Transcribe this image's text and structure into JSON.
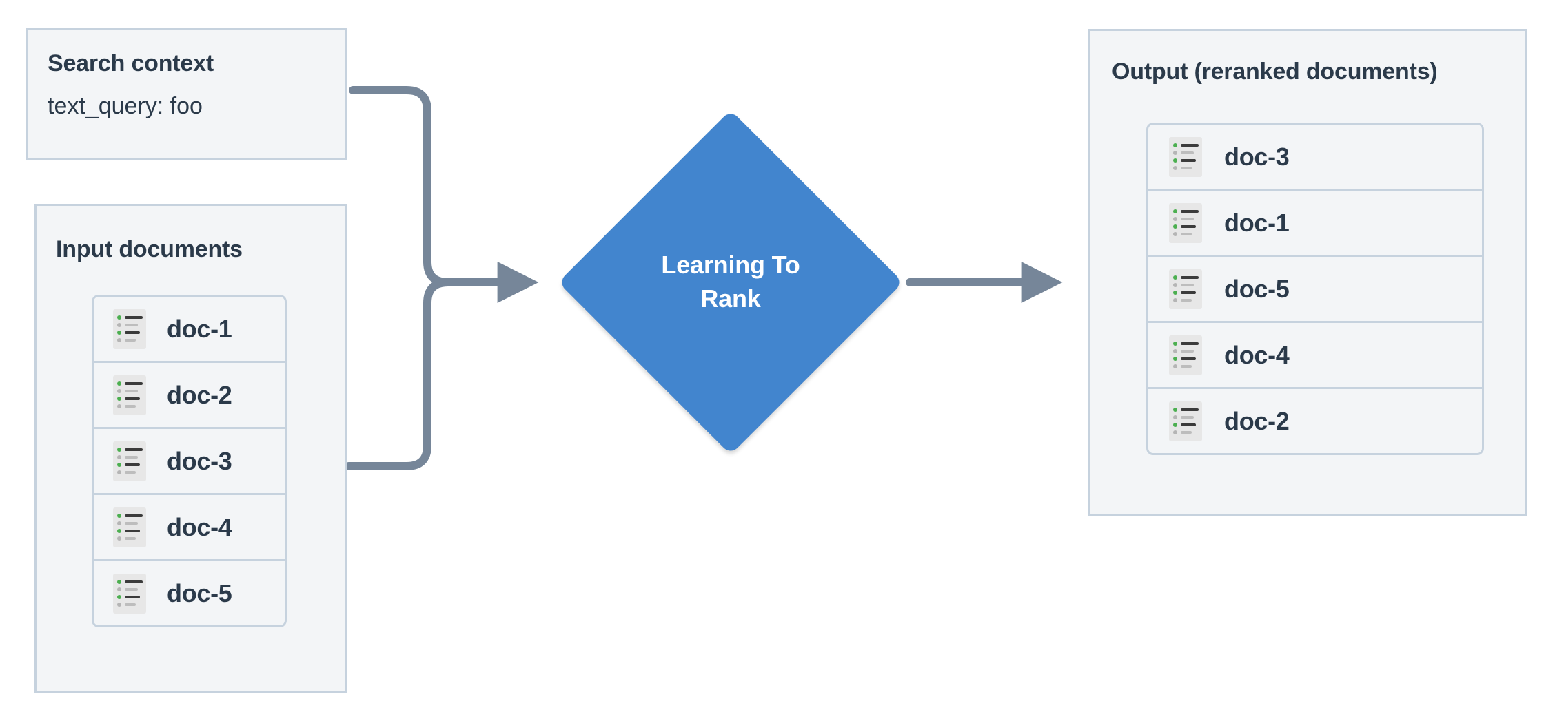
{
  "diagram": {
    "title": "Learning To Rank reranking flow",
    "colors": {
      "panel_fill": "#f3f5f7",
      "panel_border": "#c6d2de",
      "text": "#2b3a4a",
      "node_blue": "#4285ce",
      "connector": "#768699",
      "icon_bg": "#e7e7e7",
      "icon_dot_green": "#4caf50",
      "icon_dot_grey": "#b5b5b5"
    }
  },
  "search_context": {
    "title": "Search context",
    "field": "text_query: foo"
  },
  "input_documents": {
    "title": "Input documents",
    "docs": [
      {
        "label": "doc-1",
        "icon": "document-list-icon"
      },
      {
        "label": "doc-2",
        "icon": "document-list-icon"
      },
      {
        "label": "doc-3",
        "icon": "document-list-icon"
      },
      {
        "label": "doc-4",
        "icon": "document-list-icon"
      },
      {
        "label": "doc-5",
        "icon": "document-list-icon"
      }
    ]
  },
  "model_node": {
    "label": "Learning To Rank",
    "line1": "Learning To",
    "line2": "Rank",
    "shape": "diamond"
  },
  "output_documents": {
    "title": "Output (reranked documents)",
    "docs": [
      {
        "label": "doc-3",
        "icon": "document-list-icon"
      },
      {
        "label": "doc-1",
        "icon": "document-list-icon"
      },
      {
        "label": "doc-5",
        "icon": "document-list-icon"
      },
      {
        "label": "doc-4",
        "icon": "document-list-icon"
      },
      {
        "label": "doc-2",
        "icon": "document-list-icon"
      }
    ]
  },
  "connectors": [
    {
      "from": "search_context",
      "to": "model_node",
      "arrow": true
    },
    {
      "from": "input_documents",
      "to": "model_node",
      "arrow": true
    },
    {
      "from": "model_node",
      "to": "output_documents",
      "arrow": true
    }
  ]
}
